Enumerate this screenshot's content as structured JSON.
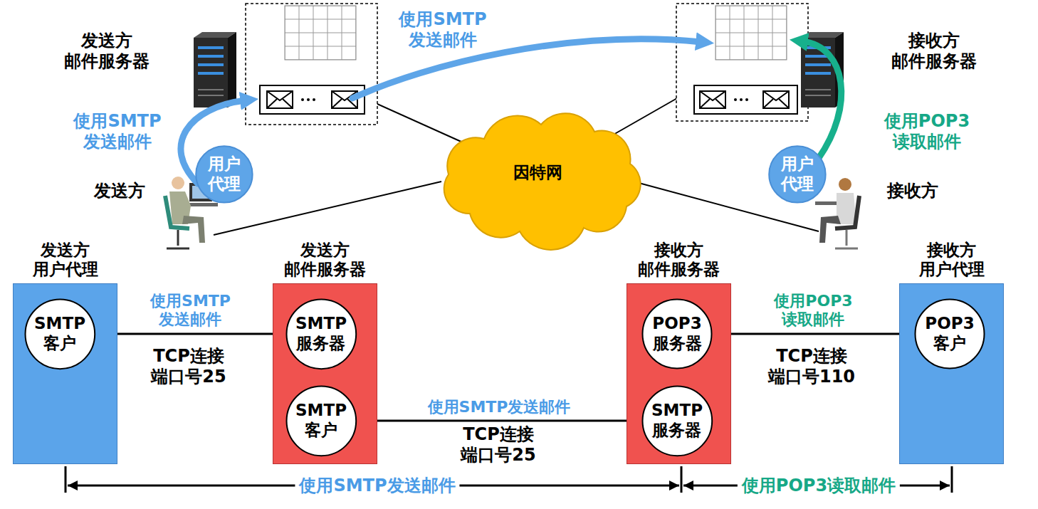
{
  "diagram": {
    "nodes": [
      {
        "text": [
          "因特网"
        ]
      },
      {
        "text": [
          "用户 代理"
        ]
      },
      {
        "text": [
          "用户 代理"
        ]
      },
      {
        "text": [
          "发送方 用户代理"
        ]
      },
      {
        "text": [
          "SMTP 客户"
        ],
        "in": 3
      },
      {
        "text": [
          "发送方 邮件服务器"
        ]
      },
      {
        "text": [
          "SMTP 服务器"
        ],
        "in": 5
      },
      {
        "text": [
          "SMTP 客户"
        ],
        "in": 5
      },
      {
        "text": [
          "接收方 邮件服务器"
        ]
      },
      {
        "text": [
          "POP3 服务器"
        ],
        "in": 8
      },
      {
        "text": [
          "SMTP 服务器"
        ],
        "in": 8
      },
      {
        "text": [
          "接收方 用户代理"
        ]
      },
      {
        "text": [
          "POP3 客户"
        ],
        "in": 11
      }
    ],
    "edges": [
      {
        "from": 4,
        "to": 6,
        "arrow": "to",
        "label": "使用SMTP 发送邮件"
      },
      {
        "from": 7,
        "to": 10,
        "arrow": "to",
        "label": "使用SMTP发送邮件"
      },
      {
        "from": 12,
        "to": 9,
        "arrow": "to",
        "label": "使用POP3 读取邮件"
      }
    ],
    "labels": [
      "发送方 邮件服务器",
      "接收方 邮件服务器",
      "使用SMTP 发送邮件",
      "使用SMTP 发送邮件",
      "使用POP3 读取邮件",
      "发送方",
      "接收方",
      "TCP连接 端口号25",
      "TCP连接 端口号25",
      "TCP连接 端口号110",
      "使用SMTP发送邮件",
      "使用POP3读取邮件"
    ]
  }
}
